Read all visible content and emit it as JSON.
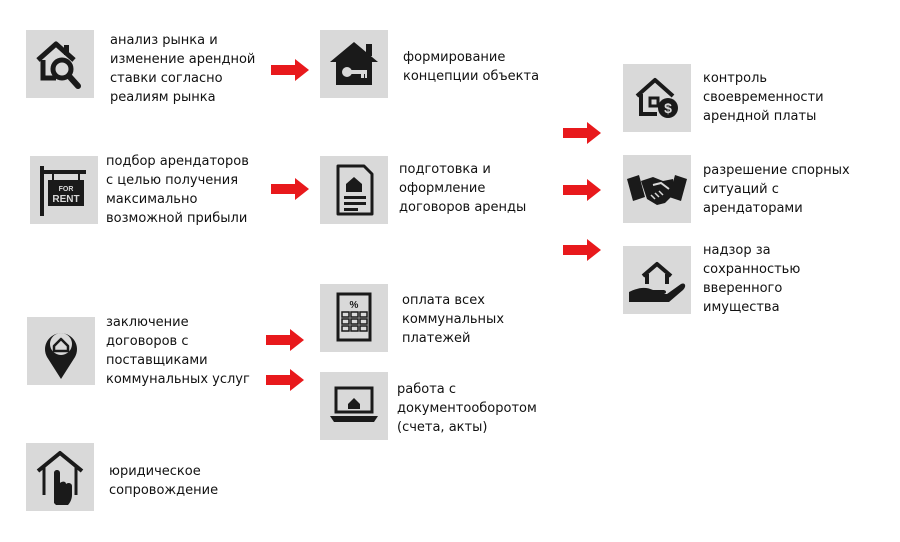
{
  "colors": {
    "tile": "#d9d9d9",
    "icon": "#1a1a1a",
    "arrow": "#e8191c"
  },
  "items": [
    {
      "icon": "house-magnifier-icon",
      "lines": [
        "анализ рынка и",
        "изменение арендной",
        "ставки согласно",
        "реалиям рынка"
      ]
    },
    {
      "icon": "house-key-icon",
      "lines": [
        "формирование",
        "концепции объекта"
      ]
    },
    {
      "icon": "house-dollar-icon",
      "lines": [
        "контроль",
        "своевременности",
        "арендной платы"
      ]
    },
    {
      "icon": "for-rent-sign-icon",
      "sign_text": [
        "FOR",
        "RENT"
      ],
      "lines": [
        "подбор арендаторов",
        "с целью получения",
        "максимально",
        "возможной прибыли"
      ]
    },
    {
      "icon": "contract-document-icon",
      "lines": [
        "подготовка и",
        "оформление",
        "договоров аренды"
      ]
    },
    {
      "icon": "handshake-icon",
      "lines": [
        "разрешение спорных",
        "ситуаций с",
        "арендаторами"
      ]
    },
    {
      "icon": "hand-house-icon",
      "lines": [
        "надзор за",
        "сохранностью",
        "вверенного",
        "имущества"
      ]
    },
    {
      "icon": "location-pin-house-icon",
      "lines": [
        "заключение",
        "договоров с",
        "поставщиками",
        "коммунальных услуг"
      ]
    },
    {
      "icon": "calculator-icon",
      "lines": [
        "оплата всех",
        "коммунальных",
        "платежей"
      ]
    },
    {
      "icon": "laptop-icon",
      "lines": [
        "работа с",
        "документооборотом",
        "(счета, акты)"
      ]
    },
    {
      "icon": "hand-touch-house-icon",
      "lines": [
        "юридическое",
        "сопровождение"
      ]
    }
  ]
}
